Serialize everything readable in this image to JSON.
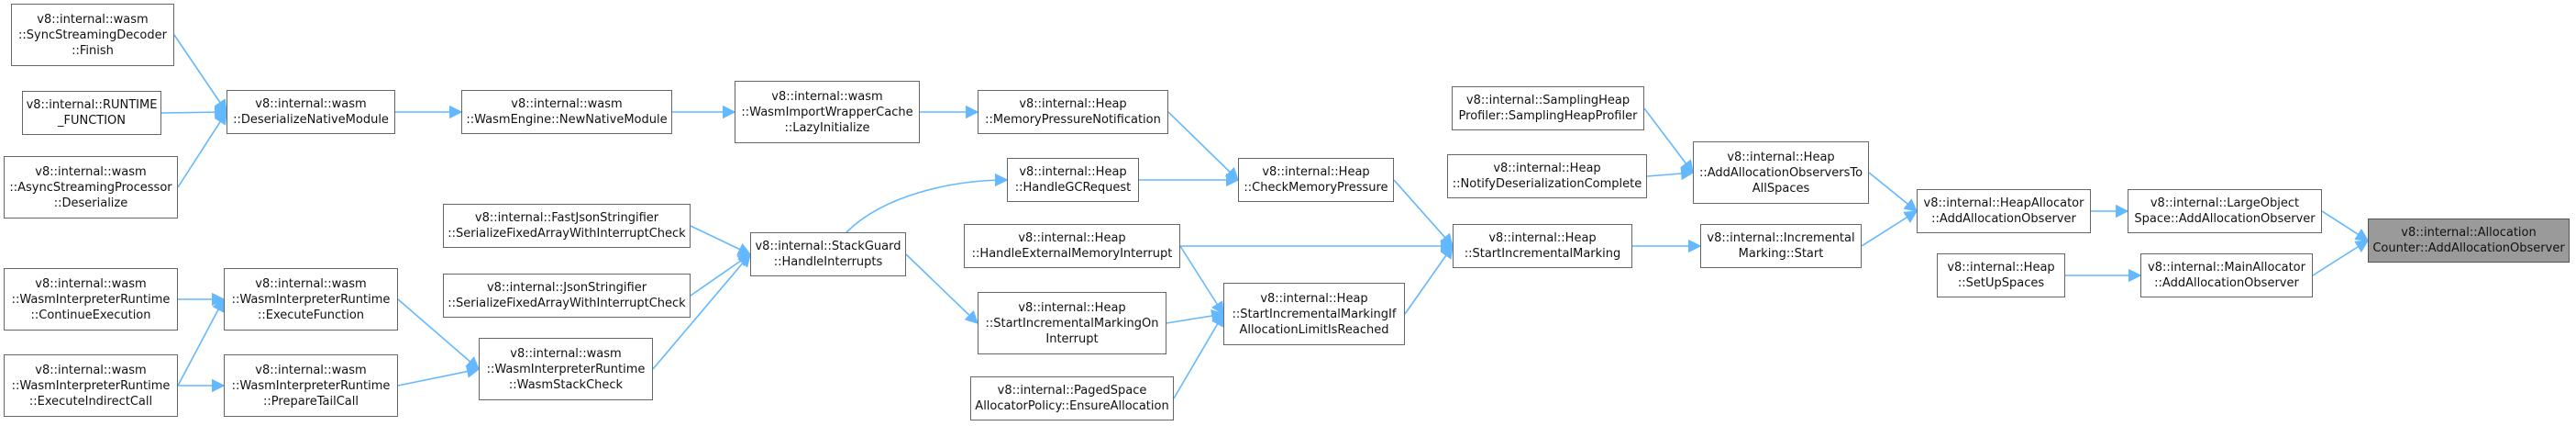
{
  "colors": {
    "edge": "#63b8ff",
    "node_border": "#666666",
    "highlight_fill": "#9a9a9a"
  },
  "nodes": {
    "sync_finish": {
      "lines": [
        "v8::internal::wasm",
        "::SyncStreamingDecoder",
        "::Finish"
      ]
    },
    "runtime_function": {
      "lines": [
        "v8::internal::RUNTIME",
        "_FUNCTION"
      ]
    },
    "async_deserialize": {
      "lines": [
        "v8::internal::wasm",
        "::AsyncStreamingProcessor",
        "::Deserialize"
      ]
    },
    "deserialize_native": {
      "lines": [
        "v8::internal::wasm",
        "::DeserializeNativeModule"
      ]
    },
    "new_native_module": {
      "lines": [
        "v8::internal::wasm",
        "::WasmEngine::NewNativeModule"
      ]
    },
    "lazy_initialize": {
      "lines": [
        "v8::internal::wasm",
        "::WasmImportWrapperCache",
        "::LazyInitialize"
      ]
    },
    "memory_pressure": {
      "lines": [
        "v8::internal::Heap",
        "::MemoryPressureNotification"
      ]
    },
    "handle_gc": {
      "lines": [
        "v8::internal::Heap",
        "::HandleGCRequest"
      ]
    },
    "check_memory": {
      "lines": [
        "v8::internal::Heap",
        "::CheckMemoryPressure"
      ]
    },
    "sampling_profiler": {
      "lines": [
        "v8::internal::SamplingHeap",
        "Profiler::SamplingHeapProfiler"
      ]
    },
    "notify_deser": {
      "lines": [
        "v8::internal::Heap",
        "::NotifyDeserializationComplete"
      ]
    },
    "add_observers_all": {
      "lines": [
        "v8::internal::Heap",
        "::AddAllocationObserversTo",
        "AllSpaces"
      ]
    },
    "heap_allocator": {
      "lines": [
        "v8::internal::HeapAllocator",
        "::AddAllocationObserver"
      ]
    },
    "large_object": {
      "lines": [
        "v8::internal::LargeObject",
        "Space::AddAllocationObserver"
      ]
    },
    "allocation_counter": {
      "lines": [
        "v8::internal::Allocation",
        "Counter::AddAllocationObserver"
      ]
    },
    "fast_json": {
      "lines": [
        "v8::internal::FastJsonStringifier",
        "::SerializeFixedArrayWithInterruptCheck"
      ]
    },
    "json_stringifier": {
      "lines": [
        "v8::internal::JsonStringifier",
        "::SerializeFixedArrayWithInterruptCheck"
      ]
    },
    "stack_guard": {
      "lines": [
        "v8::internal::StackGuard",
        "::HandleInterrupts"
      ]
    },
    "external_memory": {
      "lines": [
        "v8::internal::Heap",
        "::HandleExternalMemoryInterrupt"
      ]
    },
    "start_incremental": {
      "lines": [
        "v8::internal::Heap",
        "::StartIncrementalMarking"
      ]
    },
    "incr_marking_start": {
      "lines": [
        "v8::internal::Incremental",
        "Marking::Start"
      ]
    },
    "setup_spaces": {
      "lines": [
        "v8::internal::Heap",
        "::SetUpSpaces"
      ]
    },
    "main_allocator": {
      "lines": [
        "v8::internal::MainAllocator",
        "::AddAllocationObserver"
      ]
    },
    "continue_exec": {
      "lines": [
        "v8::internal::wasm",
        "::WasmInterpreterRuntime",
        "::ContinueExecution"
      ]
    },
    "execute_function": {
      "lines": [
        "v8::internal::wasm",
        "::WasmInterpreterRuntime",
        "::ExecuteFunction"
      ]
    },
    "start_on_interrupt": {
      "lines": [
        "v8::internal::Heap",
        "::StartIncrementalMarkingOn",
        "Interrupt"
      ]
    },
    "start_if_limit": {
      "lines": [
        "v8::internal::Heap",
        "::StartIncrementalMarkingIf",
        "AllocationLimitIsReached"
      ]
    },
    "wasm_stack_check": {
      "lines": [
        "v8::internal::wasm",
        "::WasmInterpreterRuntime",
        "::WasmStackCheck"
      ]
    },
    "execute_indirect": {
      "lines": [
        "v8::internal::wasm",
        "::WasmInterpreterRuntime",
        "::ExecuteIndirectCall"
      ]
    },
    "prepare_tail": {
      "lines": [
        "v8::internal::wasm",
        "::WasmInterpreterRuntime",
        "::PrepareTailCall"
      ]
    },
    "paged_space": {
      "lines": [
        "v8::internal::PagedSpace",
        "AllocatorPolicy::EnsureAllocation"
      ]
    }
  }
}
